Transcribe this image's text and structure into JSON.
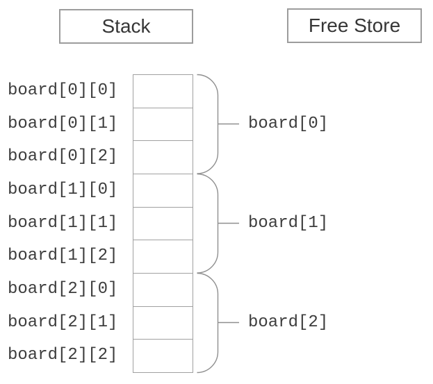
{
  "headers": {
    "stack": "Stack",
    "free_store": "Free Store"
  },
  "stack_labels": [
    "board[0][0]",
    "board[0][1]",
    "board[0][2]",
    "board[1][0]",
    "board[1][1]",
    "board[1][2]",
    "board[2][0]",
    "board[2][1]",
    "board[2][2]"
  ],
  "groups": [
    {
      "label": "board[0]"
    },
    {
      "label": "board[1]"
    },
    {
      "label": "board[2]"
    }
  ],
  "cells": {
    "count": 9,
    "rows": 3,
    "cols": 3
  },
  "colors": {
    "background": "#ffffff",
    "box_border": "#9c9c9c",
    "cell_line": "#a0a0a0",
    "brace_line": "#8f8f8f",
    "text": "#3d3d3d",
    "header_text": "#363636"
  }
}
